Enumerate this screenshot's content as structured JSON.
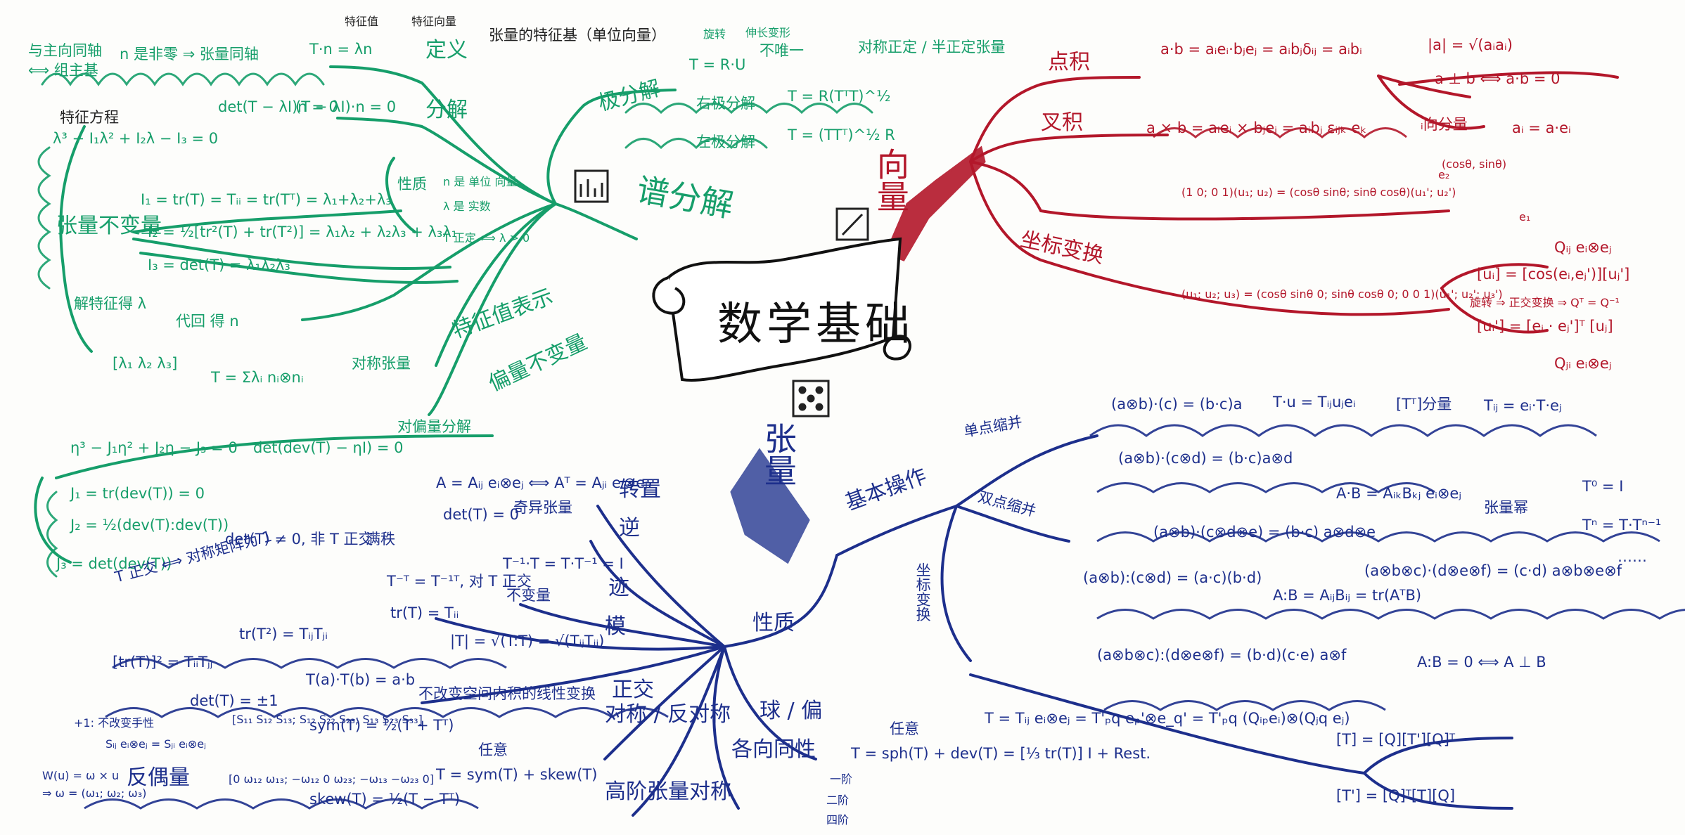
{
  "center": {
    "title": "数学基础"
  },
  "branches": {
    "vector": "向量",
    "tensor": "张量",
    "spectral": "谱分解"
  },
  "vector": {
    "dot": {
      "label": "点积",
      "formula": "a·b = aᵢeᵢ·bⱼeⱼ = aᵢbⱼδᵢⱼ = aᵢbᵢ",
      "norm": "|a| = √(aᵢaᵢ)",
      "orth": "a ⊥ b ⟺ a·b = 0",
      "component_label": "ᵢ向分量",
      "component": "aᵢ = a·eᵢ"
    },
    "cross": {
      "label": "叉积",
      "formula": "a × b = aᵢeᵢ × bⱼeⱼ = aᵢbⱼ εᵢⱼₖ eₖ"
    },
    "coord": {
      "label": "坐标变换",
      "rot2d": "(1 0; 0 1)(u₁; u₂) = (cosθ sinθ; sinθ cosθ)(u₁'; u₂')",
      "rot3d": "(u₁; u₂; u₃) = (cosθ sinθ 0; sinθ cosθ 0; 0 0 1)(u₁'; u₂'; u₃')",
      "q1": "Qᵢⱼ eᵢ⊗eⱼ",
      "eq1": "[uᵢ] = [cos(eᵢ,eⱼ')][uⱼ']",
      "rot_note": "旋转 ⇒ 正交变换 ⇒ Qᵀ = Q⁻¹",
      "eq2": "[uᵢ'] = [eᵢ · eⱼ']ᵀ [uⱼ]",
      "q2": "Qⱼᵢ eᵢ⊗eⱼ",
      "sketch": "(cosθ, sinθ)",
      "e1": "e₁",
      "e2": "e₂"
    }
  },
  "spectral": {
    "polar": {
      "label": "极分解",
      "unique": "不唯一",
      "note1": "旋转",
      "note2": "伸长变形",
      "f": "T = R·U",
      "right_label": "右极分解",
      "right": "T = R(TᵀT)^½",
      "left_label": "左极分解",
      "left": "T = (TTᵀ)^½ R",
      "semidef": "对称正定 / 半正定张量"
    },
    "def": {
      "label": "定义",
      "eq": "T·n = λn",
      "eigval": "特征值",
      "eigvec": "特征向量",
      "eig": "张量的特征基（单位向量）",
      "same": "与主向同轴",
      "same2": "⟺ 组主基",
      "nonzero": "n 是非零 ⇒ 张量同轴"
    },
    "decomp": {
      "label": "分解",
      "eq1": "det(T − λI)n = 0",
      "eq2": "(T − λI)·n = 0",
      "char": "特征方程",
      "poly": "λ³ − I₁λ² + I₂λ − I₃ = 0"
    },
    "props": {
      "label": "性质",
      "p1": "n 是 单位 向量",
      "p2": "λ 是 实数",
      "p3": "T 正定 ⟺ λ > 0"
    },
    "inv": {
      "label": "张量不变量",
      "i1": "I₁ = tr(T) = Tᵢᵢ = tr(Tᵀ) = λ₁+λ₂+λ₃",
      "i2": "I₂ = ½[tr²(T) + tr(T²)] = λ₁λ₂ + λ₂λ₃ + λ₃λ₁",
      "i3": "I₃ = det(T) = λ₁λ₂λ₃"
    },
    "solve": {
      "a": "解特征得 λ",
      "b": "代回 得 n"
    },
    "eigen_repr": {
      "label": "特征值表示",
      "sym": "对称张量",
      "eq": "T = Σλᵢ nᵢ⊗nᵢ",
      "matrix": "[λ₁ λ₂ λ₃]"
    },
    "deviator": {
      "label": "偏量不变量",
      "dev": "对偏量分解",
      "poly": "η³ − J₁η² + J₂η − J₃ = 0",
      "char": "det(dev(T) − ηI) = 0",
      "j1": "J₁ = tr(dev(T)) = 0",
      "j2": "J₂ = ½(dev(T):dev(T))",
      "j3": "J₃ = det(dev(T))"
    }
  },
  "tensor": {
    "ops": {
      "label": "基本操作",
      "single": "单点缩并",
      "double": "双点缩并",
      "coord": "坐标变换",
      "s1": "(a⊗b)·(c) = (b·c)a",
      "s2": "T·u = Tᵢⱼuⱼeᵢ",
      "s3": "[Tᵀ]分量",
      "s4": "Tᵢⱼ = eᵢ·T·eⱼ",
      "s5": "(a⊗b)·(c⊗d) = (b·c)a⊗d",
      "s6": "A·B = AᵢₖBₖⱼ eᵢ⊗eⱼ",
      "s7": "张量幂",
      "s8": "T⁰ = I",
      "s9": "Tⁿ = T·Tⁿ⁻¹",
      "s10": "(a⊗b)·(c⊗d⊗e) = (b·c) a⊗d⊗e",
      "s11": "(a⊗b⊗c)·(d⊗e⊗f) = (c·d) a⊗b⊗e⊗f",
      "d1": "(a⊗b):(c⊗d) = (a·c)(b·d)",
      "d2": "A:B = AᵢⱼBᵢⱼ = tr(AᵀB)",
      "d3": "A:B = 0 ⟺ A ⊥ B",
      "d4": "(a⊗b⊗c):(d⊗e⊗f) = (b·d)(c·e) a⊗f",
      "dots": "……",
      "c1": "T = Tᵢⱼ eᵢ⊗eⱼ = T'ₚq eₚ'⊗e_q' = T'ₚq (Qᵢₚeᵢ)⊗(Qⱼq eⱼ)",
      "c2": "[T] = [Q][T'][Q]ᵀ",
      "c3": "[T'] = [Q]ᵀ[T][Q]"
    },
    "props": {
      "label": "性质",
      "transpose": "转置",
      "transpose_eq": "A = Aᵢⱼ eᵢ⊗eⱼ ⟺ Aᵀ = Aⱼᵢ eᵢ⊗eⱼ",
      "inverse": "逆",
      "singular": "奇异张量",
      "det0": "det(T) = 0",
      "nonsingular": "det(T) ≠ 0, 非 T 正交",
      "invertible": "满秩",
      "t_inv": "T⁻¹·T = T·T⁻¹ = I",
      "t_inv2": "T⁻ᵀ = T⁻¹ᵀ, 对 T 正交",
      "invariant": "不变量",
      "trace": "迹",
      "trace_eq": "tr(T) = Tᵢᵢ",
      "tr2": "tr(T²) = TᵢⱼTⱼᵢ",
      "tr_sq": "[tr(T)]² = TᵢᵢTⱼⱼ",
      "modulus": "模",
      "mod_eq": "|T| = √(T:T) = √(TᵢⱼTᵢⱼ)",
      "orth": "正交",
      "orth_pair": "T 正交 ⟺ 对称矩阵为 1",
      "orth_eq": "T(a)·T(b) = a·b",
      "orth_note": "不改变空间内积的线性变换",
      "det_eq": "det(T) = ±1",
      "rot": "+1: 不改变手性",
      "sym": "对称 / 反对称",
      "any": "任意",
      "skew_eq": "skew(T) = ½(T − Tᵀ)",
      "sym_eq": "sym(T) = ½(T + Tᵀ)",
      "sum_eq": "T = sym(T) + skew(T)",
      "skew_mat": "[0 ω₁₂ ω₁₃; −ω₁₂ 0 ω₂₃; −ω₁₃ −ω₂₃ 0]",
      "sym_mat": "[S₁₁ S₁₂ S₁₃; S₁₂ S₂₂ S₂₃; S₁₃ S₂₃ S₃₃]",
      "axial": "反偶量",
      "axial_eq": "W(u) = ω × u",
      "axial_vec": "⇒ ω = (ω₁; ω₂; ω₃)",
      "sij": "Sᵢⱼ eᵢ⊗eⱼ = Sⱼᵢ eᵢ⊗eⱼ",
      "sph": "球 / 偏",
      "sph_eq": "T = sph(T) + dev(T) = [⅓ tr(T)] I + Rest.",
      "any2": "任意",
      "iso": "各向同性",
      "iso_1": "一阶",
      "iso_2": "二阶",
      "iso_4": "四阶",
      "high": "高阶张量对称"
    }
  },
  "colors": {
    "green": "#169e6a",
    "red": "#b3172a",
    "blue": "#1d2f8c"
  },
  "icons": [
    "chart-icon",
    "pencil-icon",
    "dice-icon",
    "scroll-banner"
  ]
}
